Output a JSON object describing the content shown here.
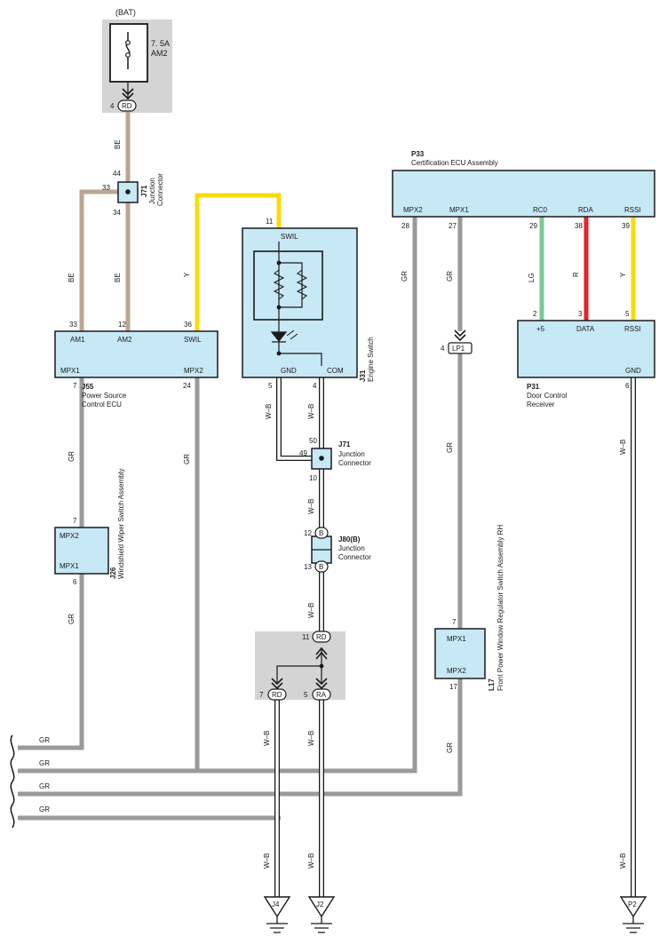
{
  "components": {
    "bat": "(BAT)",
    "fuse_rating": "7. 5A",
    "fuse_name": "AM2",
    "j71_top": {
      "id": "J71",
      "line1": "Junction",
      "line2": "Connector"
    },
    "j55": {
      "id": "J55",
      "line1": "Power Source",
      "line2": "Control ECU",
      "pins": {
        "am1": "AM1",
        "am2": "AM2",
        "swil": "SWIL",
        "mpx1": "MPX1",
        "mpx2": "MPX2"
      }
    },
    "j31": {
      "id": "J31",
      "name": "Engine Switch",
      "pins": {
        "swil": "SWIL",
        "gnd": "GND",
        "com": "COM"
      }
    },
    "j71_mid": {
      "id": "J71",
      "line1": "Junction",
      "line2": "Connector"
    },
    "j80": {
      "id": "J80(B)",
      "line1": "Junction",
      "line2": "Connector"
    },
    "j26": {
      "id": "J26",
      "name": "Windshield Wiper Switch Assembly",
      "pins": {
        "mpx2": "MPX2",
        "mpx1": "MPX1"
      }
    },
    "p33": {
      "id": "P33",
      "name": "Certification ECU Assembly",
      "pins": {
        "mpx2": "MPX2",
        "mpx1": "MPX1",
        "rc0": "RC0",
        "rda": "RDA",
        "rssi": "RSSI"
      }
    },
    "p31": {
      "id": "P31",
      "line1": "Door Control",
      "line2": "Receiver",
      "pins": {
        "plus5": "+5",
        "data": "DATA",
        "rssi": "RSSI",
        "gnd": "GND"
      }
    },
    "lp1": "LP1",
    "l17": {
      "id": "L17",
      "name": "Front Power Window Regulator Switch Assembly RH",
      "pins": {
        "mpx1": "MPX1",
        "mpx2": "MPX2"
      }
    }
  },
  "connectors": {
    "rd": "RD",
    "ra": "RA",
    "b": "B"
  },
  "grounds": {
    "j4": "J4",
    "j2": "J2",
    "p2": "P2"
  },
  "wire_colors": {
    "be": "BE",
    "y": "Y",
    "gr": "GR",
    "lg": "LG",
    "r": "R",
    "wb": "W–B"
  },
  "pins": {
    "bat_rd": "4",
    "j71_44": "44",
    "j71_33": "33",
    "j71_34": "34",
    "j55_33": "33",
    "j55_12": "12",
    "j55_36": "36",
    "j55_7": "7",
    "j55_24": "24",
    "j31_11": "11",
    "j31_5": "5",
    "j31_4": "4",
    "j71b_50": "50",
    "j71b_49": "49",
    "j71b_10": "10",
    "j80_12": "12",
    "j80_13": "13",
    "j26_7": "7",
    "j26_6": "6",
    "ej_11": "11",
    "ej_7": "7",
    "ej_5": "5",
    "p33_28": "28",
    "p33_27": "27",
    "p33_29": "29",
    "p33_38": "38",
    "p33_39": "39",
    "lp1_4": "4",
    "p31_2": "2",
    "p31_3": "3",
    "p31_5": "5",
    "p31_6": "6",
    "l17_7": "7",
    "l17_17": "17"
  },
  "colors": {
    "gr": "#9a9a9a",
    "be": "#b9a791",
    "y": "#f7dc0a",
    "lg": "#7cc995",
    "r": "#e8222a",
    "box": "#c7e8f5",
    "shade": "#d4d4d4"
  }
}
